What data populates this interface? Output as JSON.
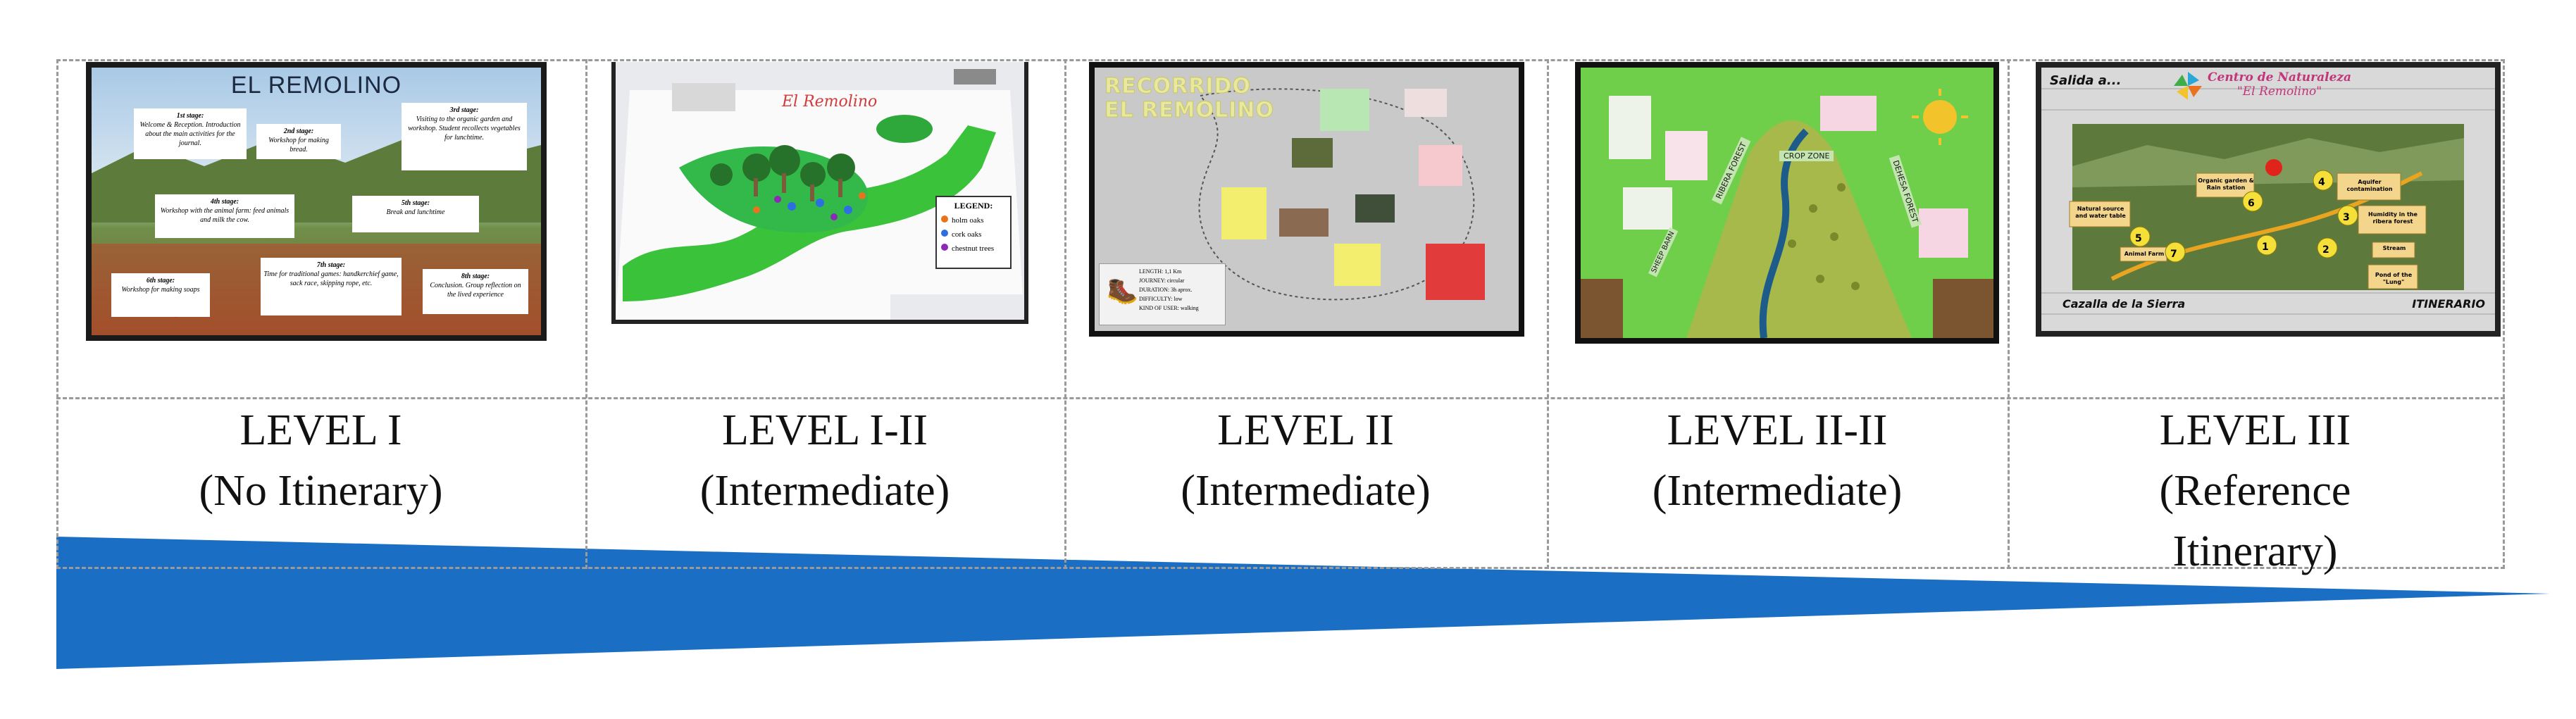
{
  "colors": {
    "wedge": "#1a6fc4",
    "grid": "#9a9a9a",
    "label_text": "#111111"
  },
  "levels": [
    {
      "title": "LEVEL I",
      "subtitle": "(No Itinerary)",
      "thumbnail": {
        "heading": "EL REMOLINO",
        "cards": [
          {
            "stage": "1st stage:",
            "text": "Welcome & Reception. Introduction about the main activities for the journal."
          },
          {
            "stage": "2nd stage:",
            "text": "Workshop for making bread."
          },
          {
            "stage": "3rd stage:",
            "text": "Visiting to the organic garden and workshop. Student recollects vegetables for lunchtime."
          },
          {
            "stage": "4th stage:",
            "text": "Workshop with the animal farm: feed animals and milk the cow."
          },
          {
            "stage": "5th stage:",
            "text": "Break and lunchtime"
          },
          {
            "stage": "6th stage:",
            "text": "Workshop for making soaps"
          },
          {
            "stage": "7th stage:",
            "text": "Time for traditional games: handkerchief game, sack race, skipping rope, etc."
          },
          {
            "stage": "8th stage:",
            "text": "Conclusion. Group reflection on the lived experience"
          }
        ]
      }
    },
    {
      "title": "LEVEL I-II",
      "subtitle": "(Intermediate)",
      "thumbnail": {
        "map_label": "El Remolino",
        "legend_title": "LEGEND:",
        "legend_items": [
          {
            "label": "holm oaks",
            "color": "#e8731c"
          },
          {
            "label": "cork oaks",
            "color": "#2d6fe0"
          },
          {
            "label": "chestnut trees",
            "color": "#8a2bb5"
          }
        ]
      }
    },
    {
      "title": "LEVEL II",
      "subtitle": "(Intermediate)",
      "thumbnail": {
        "heading_line1": "RECORRIDO",
        "heading_line2": "EL REMOLINO",
        "info_lines": [
          "LENGTH: 1,1 Km",
          "JOURNEY: circular",
          "DURATION: 3h aprox.",
          "DIFFICULTY: low",
          "KIND OF USER: walking"
        ]
      }
    },
    {
      "title": "LEVEL II-II",
      "subtitle": "(Intermediate)",
      "thumbnail": {
        "zones": [
          "CROP ZONE",
          "RIBERA FOREST",
          "DEHESA FOREST",
          "SHEEP BARN"
        ]
      }
    },
    {
      "title": "LEVEL III",
      "subtitle_lines": [
        "(Reference",
        "Itinerary)"
      ],
      "thumbnail": {
        "top_left": "Salida a...",
        "brand_line1": "Centro de Naturaleza",
        "brand_line2": "\"El Remolino\"",
        "bottom_left": "Cazalla de la Sierra",
        "bottom_right": "ITINERARIO",
        "stops": [
          {
            "n": "1",
            "label": "Pond of the \"Lung\""
          },
          {
            "n": "2",
            "label": "Stream"
          },
          {
            "n": "3",
            "label": "Humidity in the ribera forest"
          },
          {
            "n": "4",
            "label": "Aquifer contamination"
          },
          {
            "n": "5",
            "label": "Natural source and water table"
          },
          {
            "n": "6",
            "label": "Organic garden & Rain station"
          },
          {
            "n": "7",
            "label": "Animal Farm"
          }
        ]
      }
    }
  ]
}
